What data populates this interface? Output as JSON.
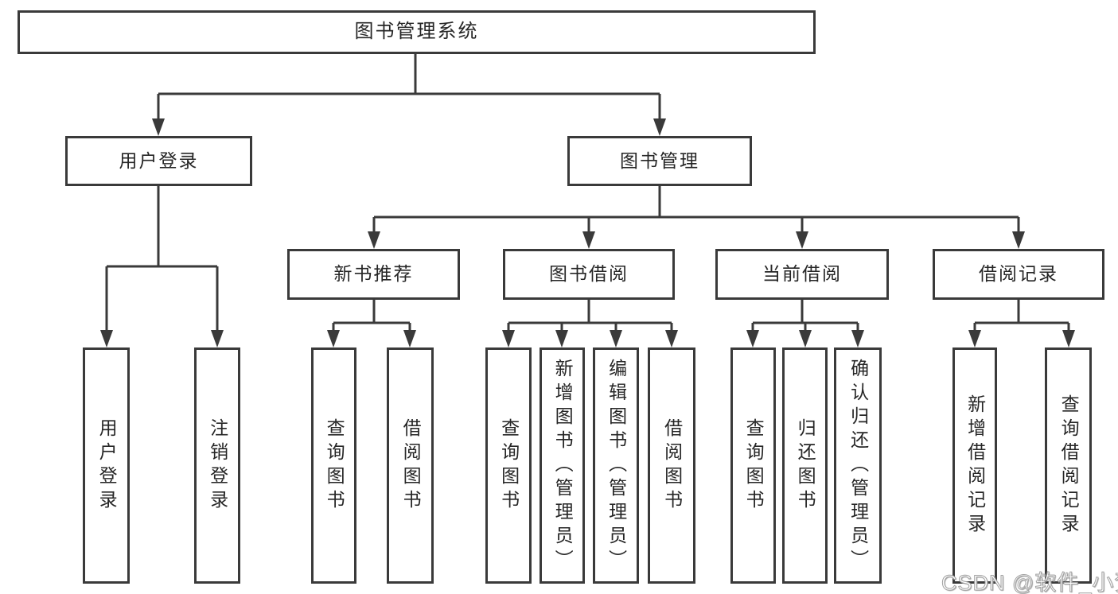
{
  "diagram": {
    "root": {
      "label": "图书管理系统"
    },
    "branches": {
      "user_login": {
        "label": "用户登录",
        "children": [
          {
            "label": "用户登录"
          },
          {
            "label": "注销登录"
          }
        ]
      },
      "book_mgmt": {
        "label": "图书管理",
        "children": [
          {
            "label": "新书推荐",
            "children": [
              {
                "label": "查询图书"
              },
              {
                "label": "借阅图书"
              }
            ]
          },
          {
            "label": "图书借阅",
            "children": [
              {
                "label": "查询图书"
              },
              {
                "label": "新增图书（管理员）"
              },
              {
                "label": "编辑图书（管理员）"
              },
              {
                "label": "借阅图书"
              }
            ]
          },
          {
            "label": "当前借阅",
            "children": [
              {
                "label": "查询图书"
              },
              {
                "label": "归还图书"
              },
              {
                "label": "确认归还（管理员）"
              }
            ]
          },
          {
            "label": "借阅记录",
            "children": [
              {
                "label": "新增借阅记录"
              },
              {
                "label": "查询借阅记录"
              }
            ]
          }
        ]
      }
    }
  },
  "watermark": {
    "text": "CSDN @软件_小贺同学"
  },
  "colors": {
    "line": "#3a3a3a",
    "box_border": "#3a3a3a",
    "box_fill": "#ffffff",
    "text": "#262626",
    "background": "#ffffff",
    "watermark_fill": "#ffffff",
    "watermark_outline": "#a3a3a3"
  }
}
